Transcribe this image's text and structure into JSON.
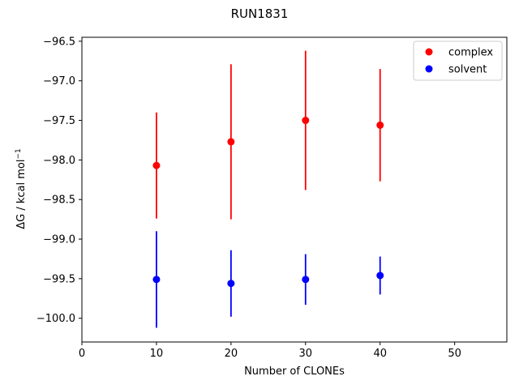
{
  "chart_data": {
    "type": "scatter",
    "title": "RUN1831",
    "xlabel": "Number of CLONEs",
    "ylabel_main": "ΔG / kcal mol",
    "ylabel_sup": "−1",
    "xlim": [
      0,
      57
    ],
    "ylim": [
      -100.3,
      -96.45
    ],
    "xticks": [
      0,
      10,
      20,
      30,
      40,
      50
    ],
    "xtick_labels": [
      "0",
      "10",
      "20",
      "30",
      "40",
      "50"
    ],
    "yticks": [
      -96.5,
      -97.0,
      -97.5,
      -98.0,
      -98.5,
      -99.0,
      -99.5,
      -100.0
    ],
    "ytick_labels": [
      "−96.5",
      "−97.0",
      "−97.5",
      "−98.0",
      "−98.5",
      "−99.0",
      "−99.5",
      "−100.0"
    ],
    "grid": false,
    "legend_position": "top-right",
    "series": [
      {
        "name": "complex",
        "color": "#ff0000",
        "x": [
          10,
          20,
          30,
          40
        ],
        "y": [
          -98.07,
          -97.77,
          -97.5,
          -97.56
        ],
        "err": [
          0.67,
          0.98,
          0.88,
          0.71
        ]
      },
      {
        "name": "solvent",
        "color": "#0000ff",
        "x": [
          10,
          20,
          30,
          40
        ],
        "y": [
          -99.51,
          -99.56,
          -99.51,
          -99.46
        ],
        "err": [
          0.61,
          0.42,
          0.32,
          0.24
        ]
      }
    ]
  }
}
